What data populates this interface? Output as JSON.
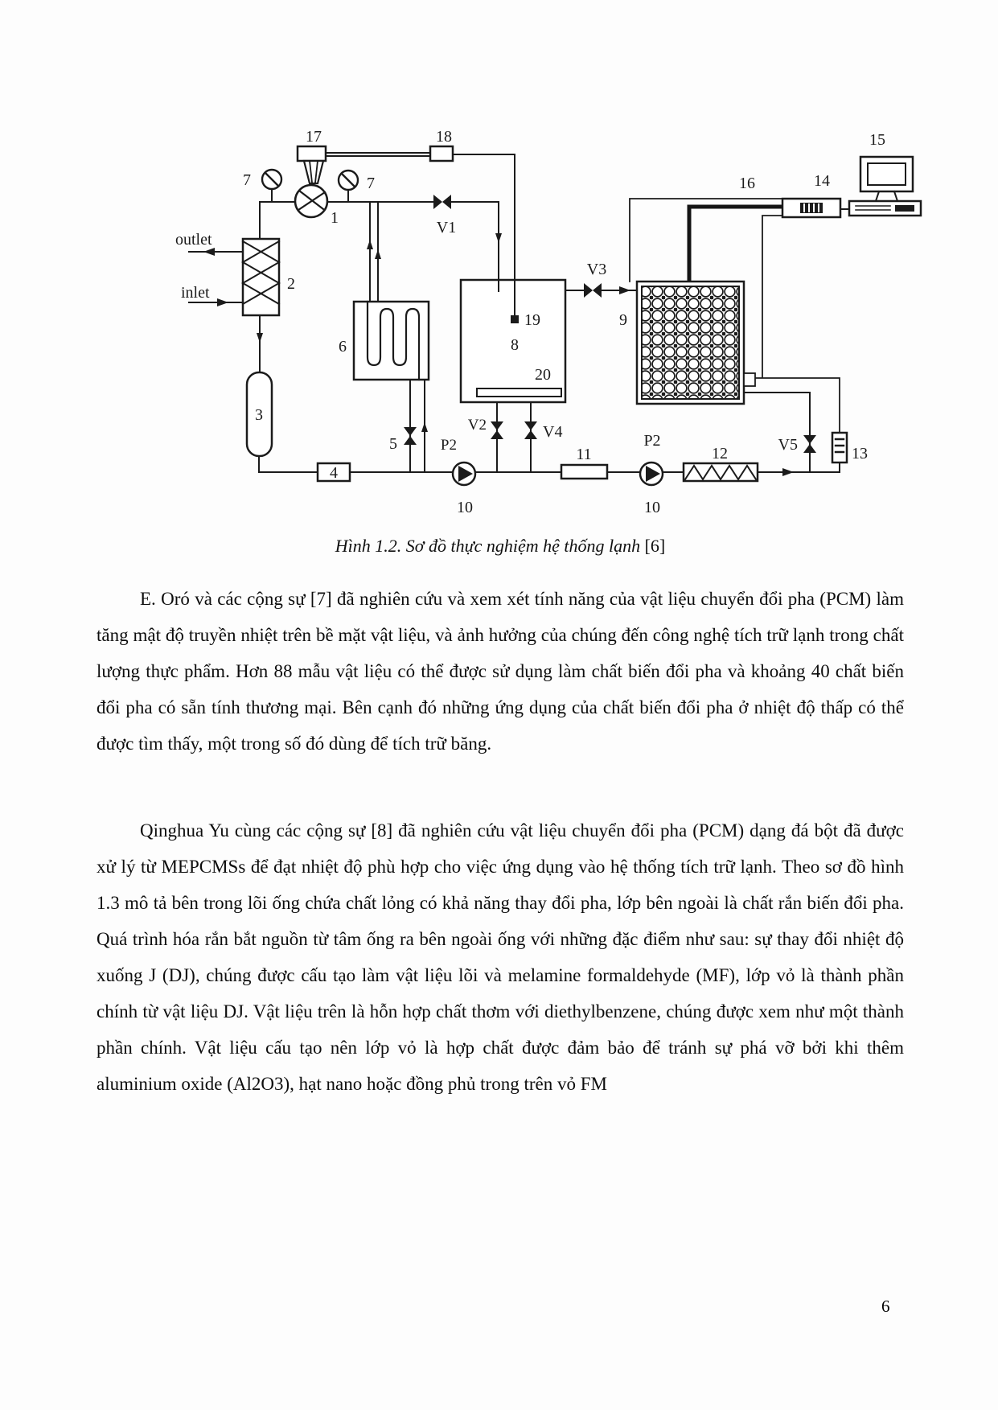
{
  "figure": {
    "caption": {
      "text": "Hình 1.2. Sơ đồ thực nghiệm hệ thống lạnh",
      "ref": " [6]"
    },
    "labels": {
      "l17": "17",
      "l18": "18",
      "l15": "15",
      "l16": "16",
      "l14": "14",
      "l7a": "7",
      "l7b": "7",
      "l1": "1",
      "lV1": "V1",
      "outlet": "outlet",
      "inlet": "inlet",
      "l2": "2",
      "l3": "3",
      "l4": "4",
      "l5": "5",
      "l6": "6",
      "l8": "8",
      "l19": "19",
      "l20": "20",
      "lV2": "V2",
      "lV4": "V4",
      "lP2a": "P2",
      "l10a": "10",
      "l11": "11",
      "lP2b": "P2",
      "l10b": "10",
      "l12": "12",
      "lV3": "V3",
      "l9": "9",
      "lV5": "V5",
      "l13": "13"
    }
  },
  "paragraphs": [
    "E. Oró và các cộng sự [7] đã nghiên cứu và xem xét tính năng của vật liệu chuyển đổi pha (PCM) làm tăng mật độ truyền nhiệt trên bề mặt vật liệu, và ảnh hưởng của chúng đến công nghệ tích trữ lạnh trong chất lượng thực phẩm. Hơn 88 mẫu vật liệu có thể được sử dụng làm chất biến đổi pha và khoảng 40 chất biến đổi pha có sẵn tính thương mại. Bên cạnh đó những ứng dụng của chất biến đổi pha ở nhiệt độ thấp có thể được tìm thấy, một trong số đó dùng để tích trữ băng.",
    "Qinghua Yu cùng các cộng sự [8] đã nghiên cứu vật liệu chuyển đổi pha (PCM) dạng đá bột đã được xử lý từ MEPCMSs để đạt nhiệt độ phù hợp cho việc ứng dụng vào hệ thống tích trữ lạnh. Theo sơ đồ hình 1.3 mô tả bên trong lõi ống chứa chất lỏng có khả năng thay đổi pha, lớp bên ngoài là chất rắn biến đổi pha. Quá trình hóa rắn bắt nguồn từ tâm ống ra bên ngoài ống với những đặc điểm như sau: sự thay đổi nhiệt độ xuống J (DJ), chúng được cấu tạo làm vật liệu lõi và melamine formaldehyde (MF), lớp vỏ là thành phần chính từ vật liệu DJ. Vật liệu trên là hỗn hợp chất thơm với diethylbenzene, chúng được xem như một thành phần chính. Vật liệu cấu tạo nên lớp vỏ là hợp chất được đảm bảo để tránh sự phá vỡ bởi khi thêm aluminium oxide (Al2O3), hạt nano hoặc đồng phủ trong trên vỏ FM"
  ],
  "page": {
    "number": "6"
  }
}
